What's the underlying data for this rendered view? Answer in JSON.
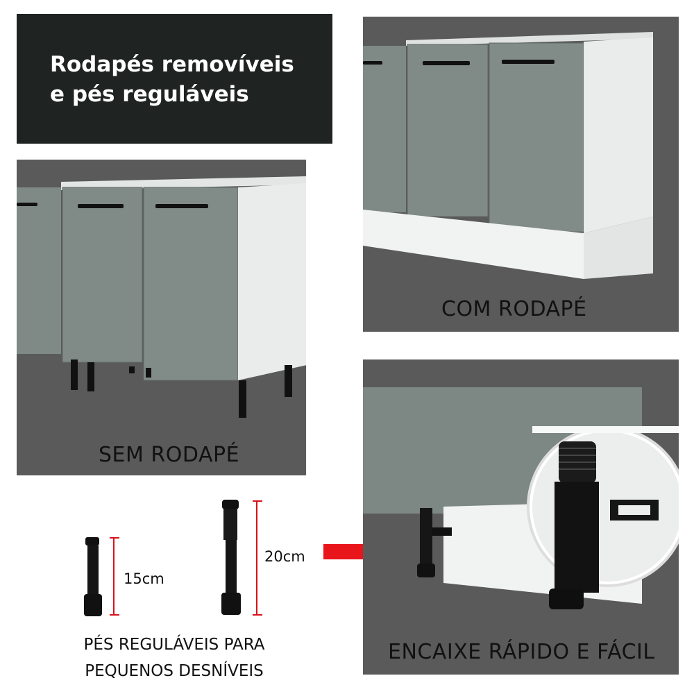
{
  "title": {
    "line1": "Rodapés removíveis",
    "line2": "e pés reguláveis"
  },
  "panels": {
    "without_baseboard": {
      "caption": "SEM RODAPÉ"
    },
    "with_baseboard": {
      "caption": "COM RODAPÉ"
    },
    "quick_fit": {
      "caption": "ENCAIXE RÁPIDO E FÁCIL"
    }
  },
  "feet": {
    "short_label": "15cm",
    "tall_label": "20cm",
    "caption_line1": "PÉS REGULÁVEIS PARA",
    "caption_line2": "PEQUENOS DESNÍVEIS"
  },
  "colors": {
    "title_bg": "#1f2321",
    "panel_bg": "#5a5a5a",
    "cabinet_door": "#7f8985",
    "cabinet_body": "#e9eceb",
    "arrow": "#e8151b",
    "measure_line": "#d9111a"
  }
}
